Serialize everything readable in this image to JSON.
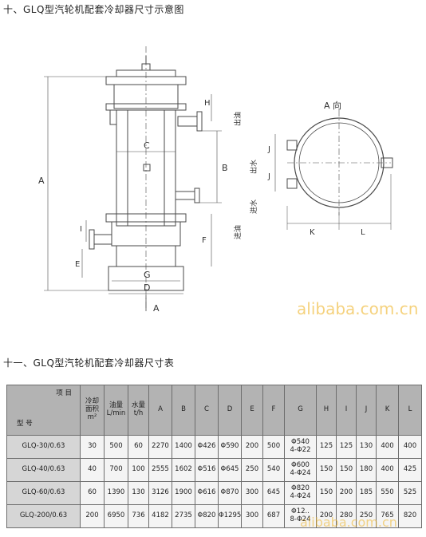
{
  "title_diagram": "十、GLQ型汽轮机配套冷却器尺寸示意图",
  "title_table": "十一、GLQ型汽轮机配套冷却器尺寸表",
  "diagram": {
    "labels": {
      "A": "A",
      "B": "B",
      "C": "C",
      "D": "D",
      "E": "E",
      "F": "F",
      "G": "G",
      "H": "H",
      "I": "I",
      "J": "J",
      "K": "K",
      "L": "L",
      "view_a": "A",
      "side_view": "A 向",
      "oil_out": "出油",
      "oil_in": "进油",
      "water_out": "出水",
      "water_in": "进水"
    }
  },
  "table": {
    "header": {
      "item": "项 目",
      "model": "型 号",
      "area_line1": "冷却",
      "area_line2": "面积",
      "area_unit": "m²",
      "oil_line1": "油量",
      "oil_unit": "L/min",
      "water_line1": "水量",
      "water_unit": "t/h",
      "cols": [
        "A",
        "B",
        "C",
        "D",
        "E",
        "F",
        "G",
        "H",
        "I",
        "J",
        "K",
        "L"
      ]
    },
    "rows": [
      {
        "model": "GLQ-30/0.63",
        "area": "30",
        "oil": "500",
        "water": "60",
        "A": "2270",
        "B": "1400",
        "C": "Φ426",
        "D": "Φ590",
        "E": "200",
        "F": "500",
        "G1": "Φ540",
        "G2": "4-Φ22",
        "H": "125",
        "I": "125",
        "J": "130",
        "K": "400",
        "L": "400"
      },
      {
        "model": "GLQ-40/0.63",
        "area": "40",
        "oil": "700",
        "water": "100",
        "A": "2555",
        "B": "1602",
        "C": "Φ516",
        "D": "Φ645",
        "E": "250",
        "F": "540",
        "G1": "Φ600",
        "G2": "4-Φ24",
        "H": "150",
        "I": "150",
        "J": "180",
        "K": "400",
        "L": "425"
      },
      {
        "model": "GLQ-60/0.63",
        "area": "60",
        "oil": "1390",
        "water": "130",
        "A": "3126",
        "B": "1900",
        "C": "Φ616",
        "D": "Φ870",
        "E": "300",
        "F": "645",
        "G1": "Φ820",
        "G2": "4-Φ24",
        "H": "150",
        "I": "200",
        "J": "185",
        "K": "550",
        "L": "525"
      },
      {
        "model": "GLQ-200/0.63",
        "area": "200",
        "oil": "6950",
        "water": "736",
        "A": "4182",
        "B": "2735",
        "C": "Φ820",
        "D": "Φ1295",
        "E": "300",
        "F": "687",
        "G1": "Φ12..",
        "G2": "8-Φ24",
        "H": "200",
        "I": "280",
        "J": "250",
        "K": "765",
        "L": "820"
      }
    ]
  },
  "watermark": "alibaba.com.cn",
  "colors": {
    "line": "#4a4a4a",
    "header_bg": "#b3b3b3",
    "model_bg": "#d6d6d6",
    "watermark": "#eeb428"
  }
}
